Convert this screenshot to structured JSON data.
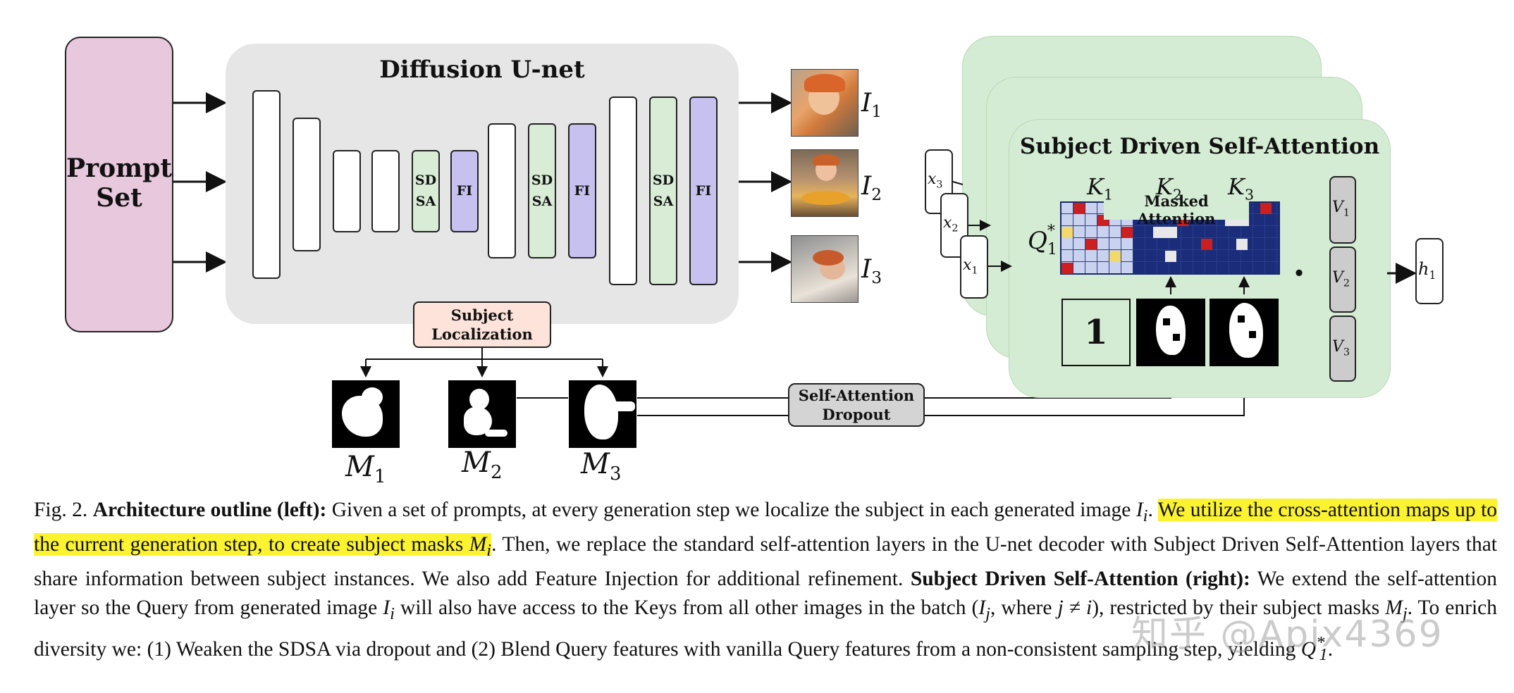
{
  "diagram": {
    "prompt_set": "Prompt Set",
    "unet_title": "Diffusion U-net",
    "sd_sa_line1": "SD",
    "sd_sa_line2": "SA",
    "fi": "FI",
    "subject_localization": "Subject Localization",
    "self_attention_dropout": "Self-Attention Dropout",
    "outputs": [
      {
        "base": "I",
        "sub": "1"
      },
      {
        "base": "I",
        "sub": "2"
      },
      {
        "base": "I",
        "sub": "3"
      }
    ],
    "masks": [
      {
        "base": "M",
        "sub": "1"
      },
      {
        "base": "M",
        "sub": "2"
      },
      {
        "base": "M",
        "sub": "3"
      }
    ],
    "sdsa_title": "Subject Driven Self-Attention",
    "masked_attention": "Masked Attention",
    "keys": [
      {
        "base": "K",
        "sub": "1"
      },
      {
        "base": "K",
        "sub": "2"
      },
      {
        "base": "K",
        "sub": "3"
      }
    ],
    "query": {
      "base": "Q",
      "sub": "1",
      "sup": "*"
    },
    "inputs": [
      {
        "base": "x",
        "sub": "3"
      },
      {
        "base": "x",
        "sub": "2"
      },
      {
        "base": "x",
        "sub": "1"
      }
    ],
    "values": [
      {
        "base": "V",
        "sub": "1"
      },
      {
        "base": "V",
        "sub": "2"
      },
      {
        "base": "V",
        "sub": "3"
      }
    ],
    "one_mask": "1",
    "dot": "•",
    "output_h": {
      "base": "h",
      "sub": "1"
    },
    "colors": {
      "prompt_fill": "#e8c8dc",
      "unet_fill": "#e6e6e6",
      "sdsa_fill": "#d8ecd6",
      "fi_fill": "#c7c1f0",
      "panel_fill": "#d4ecd3",
      "localization_fill": "#fde3d9",
      "dropout_fill": "#d4d4d4",
      "value_fill": "#cccccc",
      "highlight": "#fbf32f"
    }
  },
  "caption": {
    "fig_label": "Fig. 2.",
    "left_title": "Architecture outline (left):",
    "t1": "Given a set of prompts, at every generation step we localize the subject in each generated image",
    "highlight": "We utilize the cross-attention maps up to the current generation step, to create subject masks",
    "t2": "Then, we replace the standard self-attention layers in the U-net decoder with Subject Driven Self-Attention layers that share information between subject instances. We also add Feature Injection for additional refinement.",
    "right_title": "Subject Driven Self-Attention (right):",
    "t3": "We extend the self-attention layer so the Query from generated image",
    "t4": "will also have access to the Keys from all other images in the batch (",
    "t5": ", where",
    "t6": "), restricted by their subject masks",
    "t7": ". To enrich diversity we: (1) Weaken the SDSA via dropout and (2) Blend Query features with vanilla Query features from a non-consistent sampling step, yielding",
    "math_Ii": "I",
    "math_i": "i",
    "math_Mi": "M",
    "math_Ij": "I",
    "math_j": "j",
    "math_neq": "j ≠ i",
    "math_Mj": "M",
    "math_Q": "Q",
    "math_Q_sub": "1",
    "math_Q_sup": "*"
  },
  "watermark": "知乎 @Apix4369"
}
